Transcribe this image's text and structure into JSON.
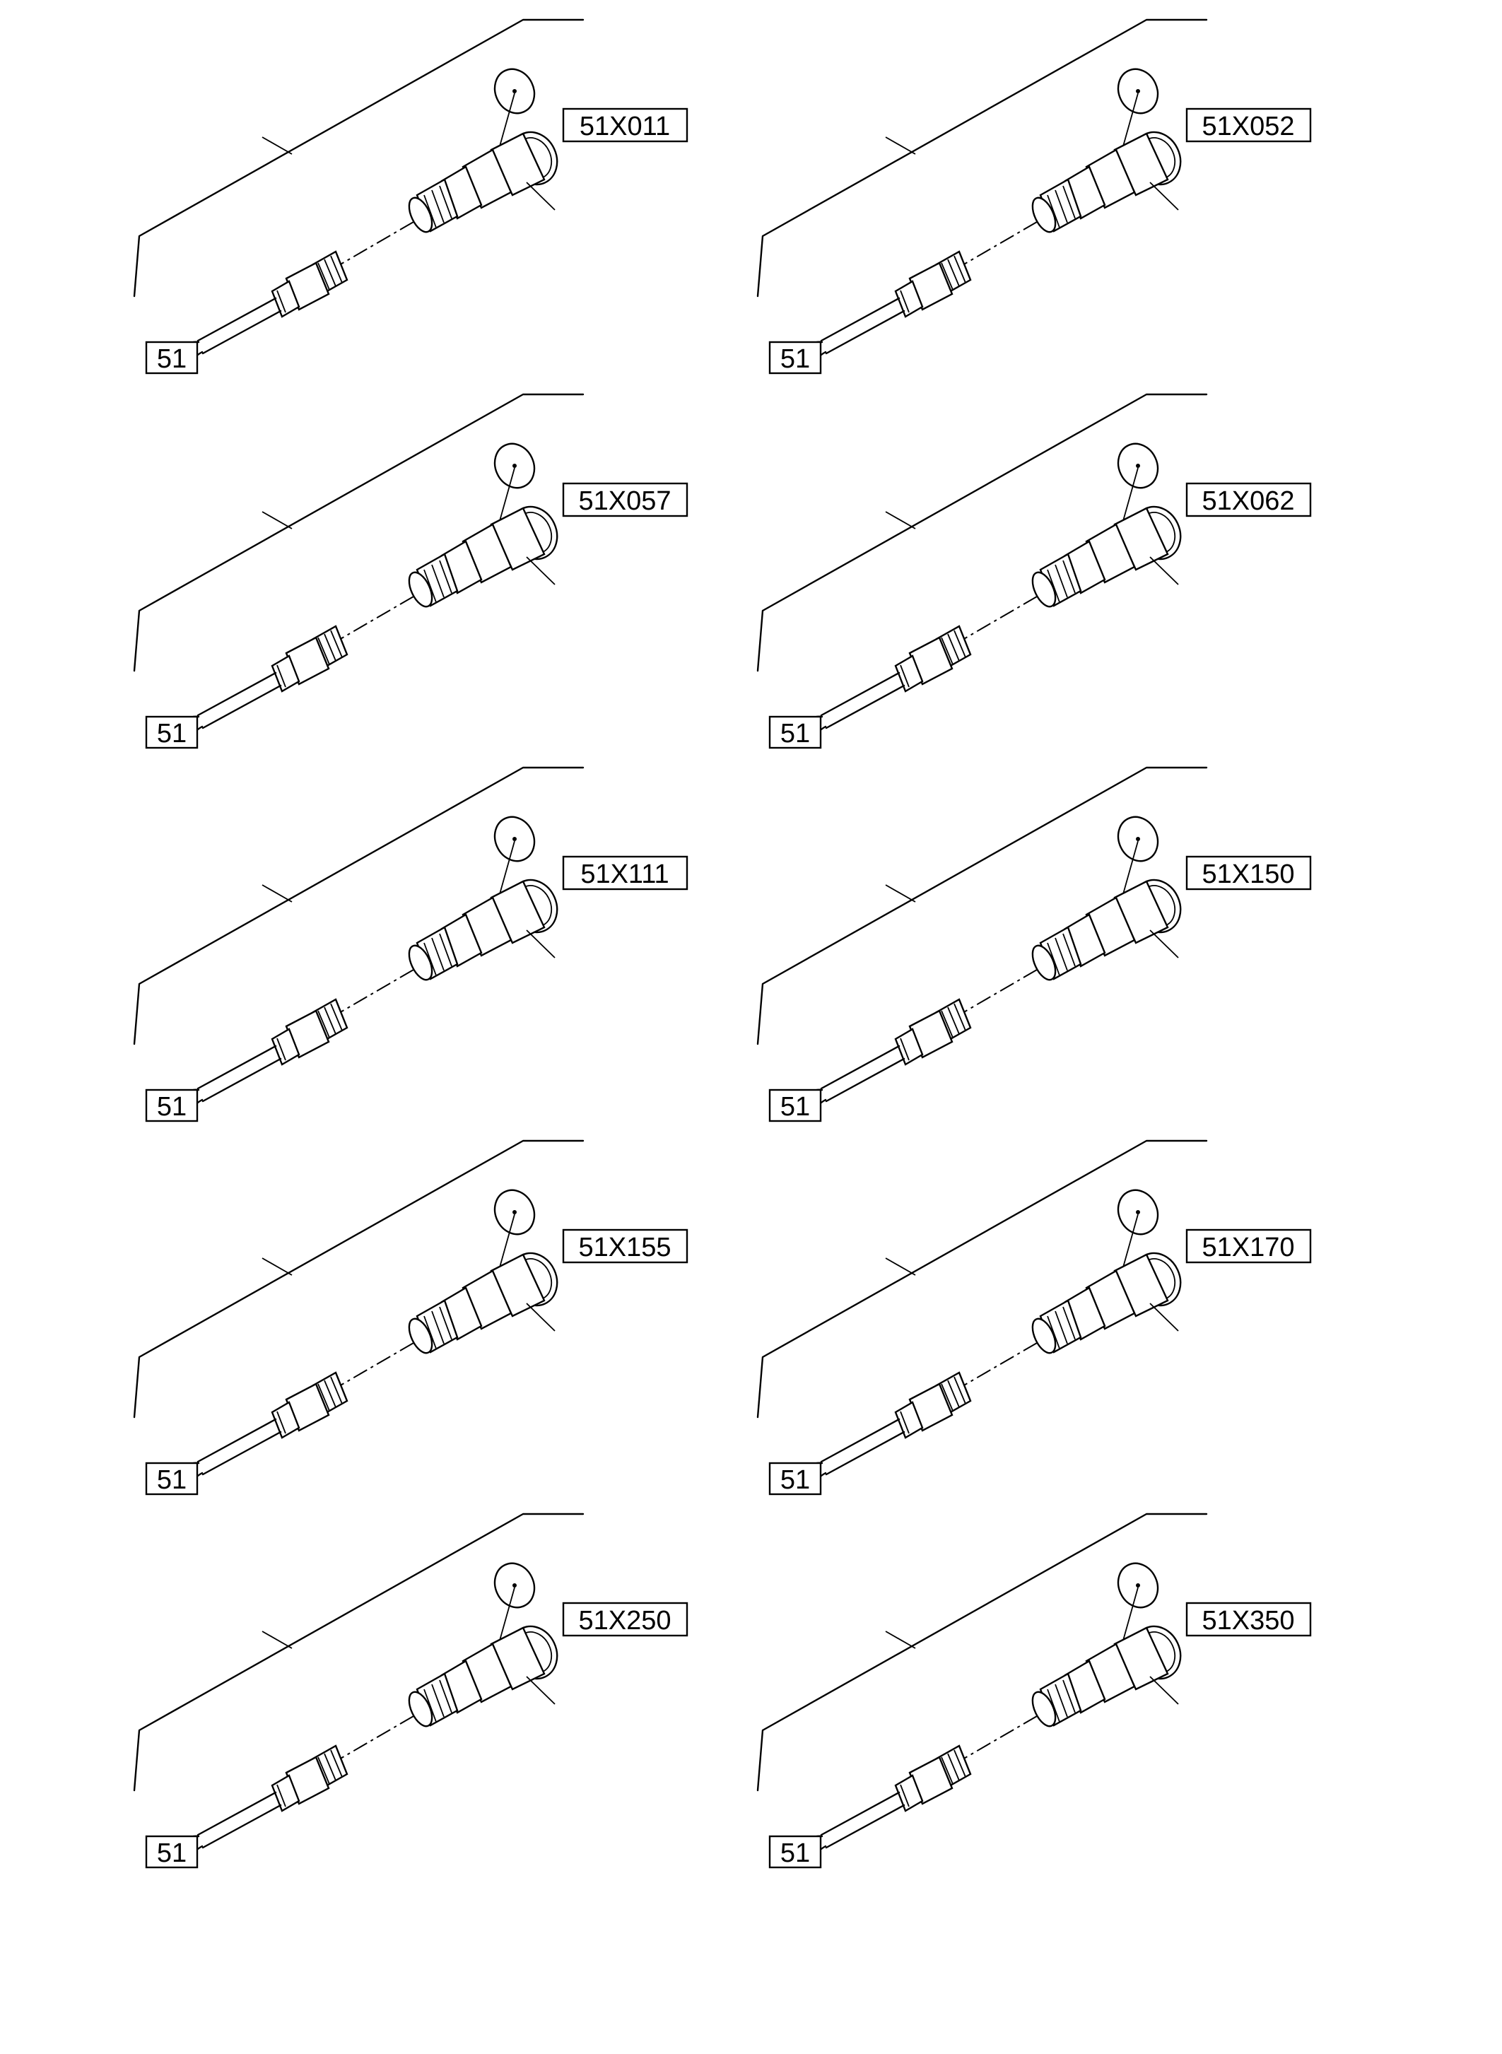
{
  "diagram": {
    "panels": [
      {
        "id": "p1",
        "part_label": "51X011",
        "ref_label": "51"
      },
      {
        "id": "p2",
        "part_label": "51X052",
        "ref_label": "51"
      },
      {
        "id": "p3",
        "part_label": "51X057",
        "ref_label": "51"
      },
      {
        "id": "p4",
        "part_label": "51X062",
        "ref_label": "51"
      },
      {
        "id": "p5",
        "part_label": "51X111",
        "ref_label": "51"
      },
      {
        "id": "p6",
        "part_label": "51X150",
        "ref_label": "51"
      },
      {
        "id": "p7",
        "part_label": "51X155",
        "ref_label": "51"
      },
      {
        "id": "p8",
        "part_label": "51X170",
        "ref_label": "51"
      },
      {
        "id": "p9",
        "part_label": "51X250",
        "ref_label": "51"
      },
      {
        "id": "p10",
        "part_label": "51X350",
        "ref_label": "51"
      }
    ]
  }
}
